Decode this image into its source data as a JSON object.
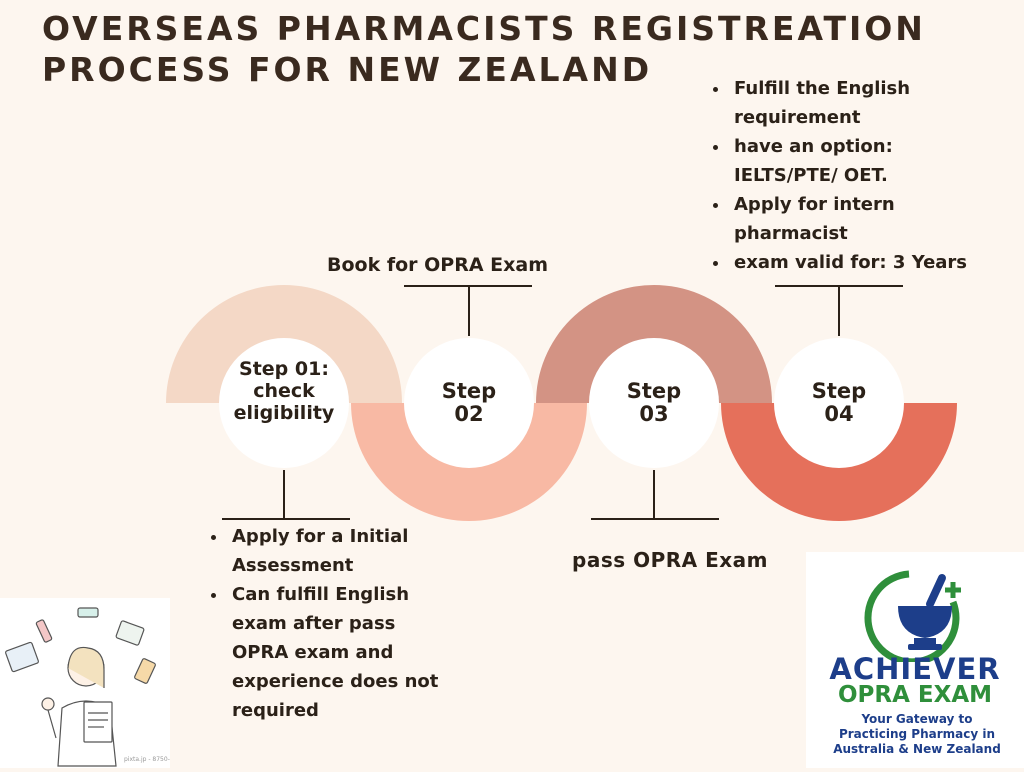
{
  "title": {
    "line1": "OVERSEAS PHARMACISTS REGISTREATION",
    "line2": "PROCESS FOR NEW ZEALAND"
  },
  "steps": [
    {
      "label": "Step 01: check eligibility"
    },
    {
      "label": "Step 02",
      "caption": "Book for OPRA Exam"
    },
    {
      "label": "Step 03",
      "caption": "pass OPRA Exam"
    },
    {
      "label": "Step 04"
    }
  ],
  "step1_bullets": [
    " Apply for a Initial Assessment",
    "Can fulfill English exam after pass OPRA exam and experience does not required"
  ],
  "step4_bullets": [
    "Fulfill the English requirement",
    "have an option: IELTS/PTE/ OET.",
    "Apply for intern pharmacist",
    "exam valid for: 3 Years"
  ],
  "logo": {
    "line1": "ACHIEVER",
    "line2": "OPRA EXAM",
    "tagline": "Your Gateway to Practicing Pharmacy in Australia & New Zealand"
  },
  "credit": "pixta.jp - 8750-",
  "colors": {
    "background": "#fdf6ef",
    "arc1": "#f4d8c6",
    "arc2": "#f8b9a4",
    "arc3": "#d39384",
    "arc4": "#e5705b",
    "logo_blue": "#1d3e8a",
    "logo_green": "#2f8f3b"
  }
}
